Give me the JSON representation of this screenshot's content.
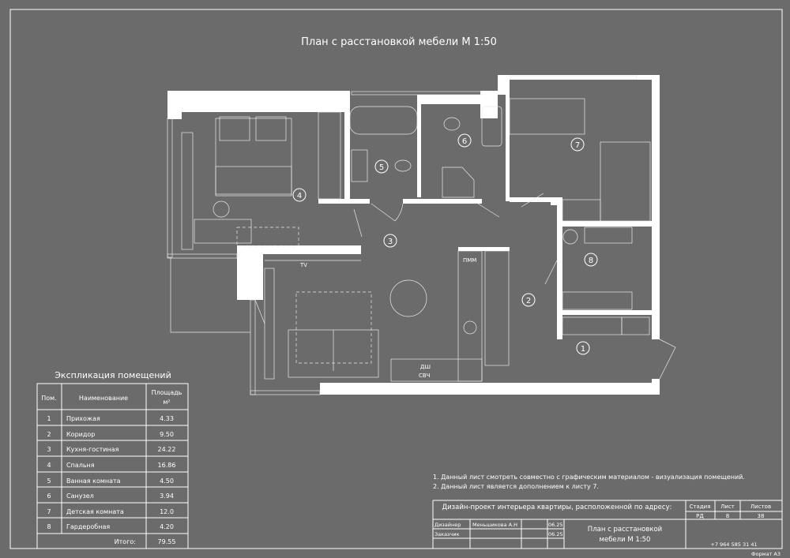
{
  "sheet_title": "План с расстановкой мебели М 1:50",
  "plan": {
    "room_numbers": [
      "1",
      "2",
      "3",
      "4",
      "5",
      "6",
      "7",
      "8"
    ],
    "labels": {
      "tv": "TV",
      "dishwasher": "ПММ",
      "oven": "ДШ",
      "microwave": "СВЧ"
    }
  },
  "explication": {
    "title": "Экспликация помещений",
    "headers": {
      "num": "Пом.",
      "name": "Наименование",
      "area": "Площадь",
      "unit": "м²"
    },
    "rows": [
      {
        "num": "1",
        "name": "Прихожая",
        "area": "4.33"
      },
      {
        "num": "2",
        "name": "Коридор",
        "area": "9.50"
      },
      {
        "num": "3",
        "name": "Кухня-гостиная",
        "area": "24.22"
      },
      {
        "num": "4",
        "name": "Спальня",
        "area": "16.86"
      },
      {
        "num": "5",
        "name": "Ванная комната",
        "area": "4.50"
      },
      {
        "num": "6",
        "name": "Санузел",
        "area": "3.94"
      },
      {
        "num": "7",
        "name": "Детская комната",
        "area": "12.0"
      },
      {
        "num": "8",
        "name": "Гардеробная",
        "area": "4.20"
      }
    ],
    "total_label": "Итого:",
    "total_value": "79.55"
  },
  "notes": [
    "1.  Данный лист смотреть совместно с графическим материалом - визуализация помещений.",
    "2.  Данный лист является дополнением к листу 7."
  ],
  "title_block": {
    "project": "Дизайн-проект интерьера квартиры, расположенной по адресу:",
    "stage_label": "Стадия",
    "sheet_label": "Лист",
    "sheets_label": "Листов",
    "stage": "РД",
    "sheet": "8",
    "sheets": "38",
    "designer_label": "Дизайнер",
    "designer": "Меньшикова А.Н",
    "designer_date": "06.25",
    "client_label": "Заказчик",
    "client_date": "06.25",
    "drawing_title_1": "План с расстановкой",
    "drawing_title_2": "мебели М 1:50",
    "phone": "+7 964 585 31 41",
    "format": "Формат А3"
  }
}
